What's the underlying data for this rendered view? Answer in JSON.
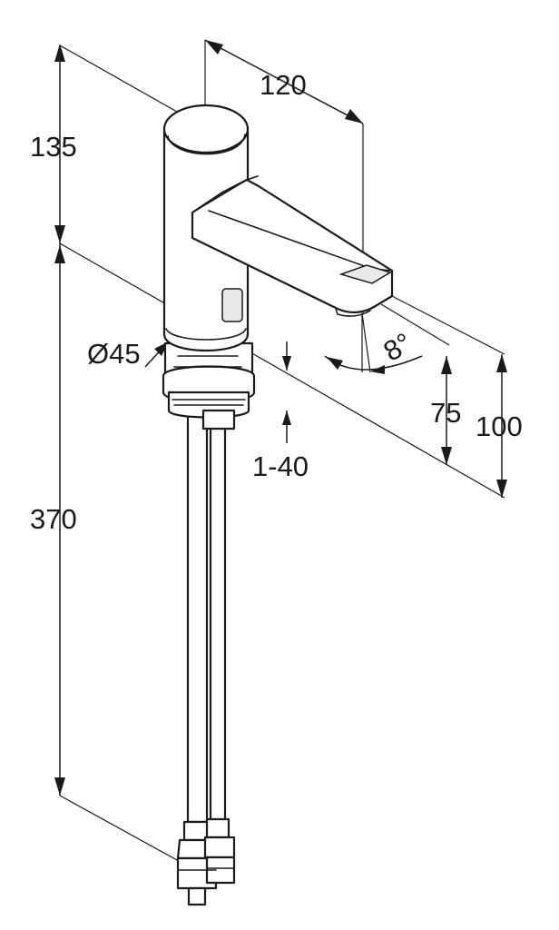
{
  "diagram": {
    "dimensions": {
      "height_total": "135",
      "spout_reach": "120",
      "body_diameter": "Ø45",
      "spout_angle": "8°",
      "spout_height": "75",
      "overall_height": "100",
      "deck_thickness": "1-40",
      "supply_length": "370"
    }
  }
}
